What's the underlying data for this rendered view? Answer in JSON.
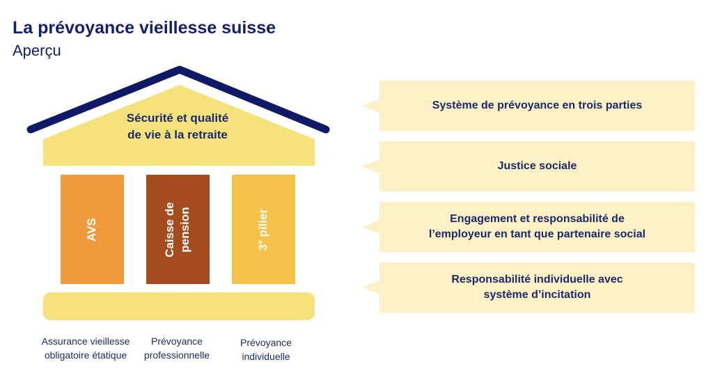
{
  "header": {
    "title": "La prévoyance vieillesse suisse",
    "subtitle": "Aperçu"
  },
  "house": {
    "roof_line1": "Sécurité et qualité",
    "roof_line2": "de vie à la retraite",
    "pillars": [
      {
        "line1": "AVS",
        "line2": "",
        "color": "#ef9a3c"
      },
      {
        "line1": "Caisse de",
        "line2": "pension",
        "color": "#a54c1f"
      },
      {
        "line1_main": "3",
        "line1_sup": "e",
        "line1_rest": " pilier",
        "color": "#f4c247"
      }
    ],
    "footer": [
      {
        "line1": "Assurance vieillesse",
        "line2": "obligatoire étatique"
      },
      {
        "line1": "Prévoyance",
        "line2": "professionnelle"
      },
      {
        "line1": "Prévoyance",
        "line2": "individuelle"
      }
    ],
    "colors": {
      "roof_outline": "#0f1a66",
      "roof_fill": "#f6e27a",
      "base_fill": "#f6e27a"
    }
  },
  "callouts": [
    {
      "line1": "Système de prévoyance en trois parties",
      "line2": ""
    },
    {
      "line1": "Justice sociale",
      "line2": ""
    },
    {
      "line1": "Engagement et responsabilité de",
      "line2": "l’employeur en tant que partenaire social"
    },
    {
      "line1": "Responsabilité individuelle avec",
      "line2": "système d’incitation"
    }
  ]
}
